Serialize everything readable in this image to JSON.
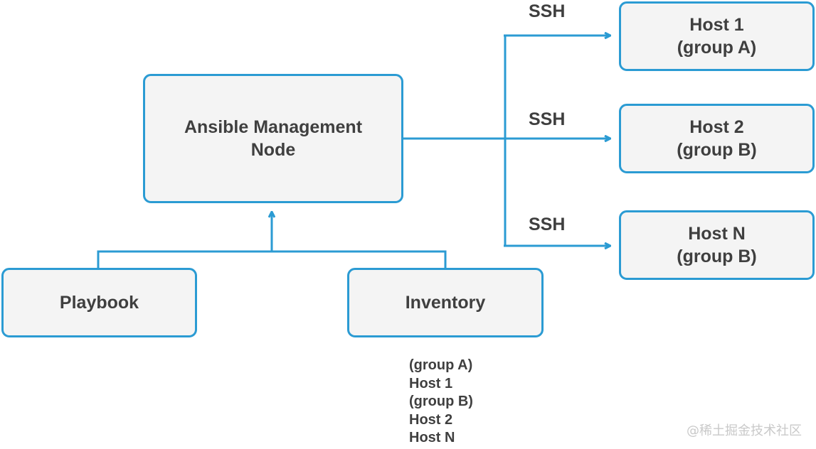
{
  "nodes": {
    "management": {
      "line1": "Ansible Management",
      "line2": "Node"
    },
    "playbook": {
      "label": "Playbook"
    },
    "inventory": {
      "label": "Inventory"
    },
    "host1": {
      "line1": "Host 1",
      "line2": "(group A)"
    },
    "host2": {
      "line1": "Host 2",
      "line2": "(group B)"
    },
    "hostN": {
      "line1": "Host N",
      "line2": "(group B)"
    }
  },
  "edges": {
    "ssh1": "SSH",
    "ssh2": "SSH",
    "ssh3": "SSH"
  },
  "inventory_list": [
    "(group A)",
    "Host 1",
    "(group B)",
    "Host 2",
    "Host N"
  ],
  "watermark": "@稀土掘金技术社区",
  "colors": {
    "stroke": "#2b9bd3",
    "box_fill": "#f4f4f4",
    "text": "#3f3f3f"
  }
}
